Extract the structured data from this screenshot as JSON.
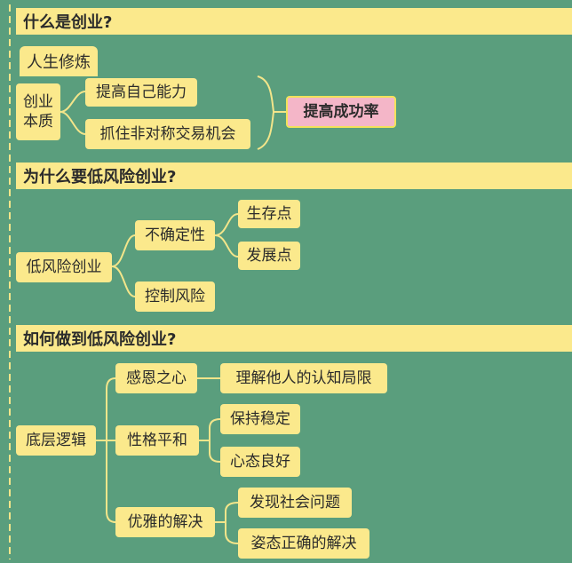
{
  "sections": [
    {
      "title": "什么是创业?"
    },
    {
      "title": "为什么要低风险创业?"
    },
    {
      "title": "如何做到低风险创业?"
    }
  ],
  "s1": {
    "tab": "人生修炼",
    "root_line1": "创业",
    "root_line2": "本质",
    "child1": "提高自己能力",
    "child2": "抓住非对称交易机会",
    "summary": "提高成功率"
  },
  "s2": {
    "root": "低风险创业",
    "a": "不确定性",
    "a1": "生存点",
    "a2": "发展点",
    "b": "控制风险"
  },
  "s3": {
    "root": "底层逻辑",
    "a": "感恩之心",
    "a1": "理解他人的认知局限",
    "b": "性格平和",
    "b1": "保持稳定",
    "b2": "心态良好",
    "c": "优雅的解决",
    "c1": "发现社会问题",
    "c2": "姿态正确的解决"
  },
  "colors": {
    "background": "#5a9e7d",
    "node": "#fbe98c",
    "summary_fill": "#f4b6c8",
    "summary_border": "#f2e25a",
    "connector": "#f3e58a",
    "dashed_border": "#f3e58a"
  }
}
